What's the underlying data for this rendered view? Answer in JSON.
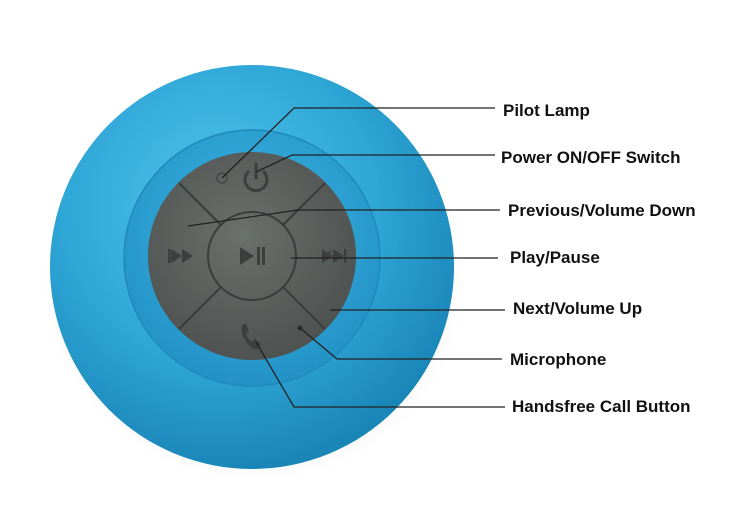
{
  "labels": {
    "pilot_lamp": "Pilot Lamp",
    "power_switch": "Power ON/OFF Switch",
    "previous_volume_down": "Previous/Volume Down",
    "play_pause": "Play/Pause",
    "next_volume_up": "Next/Volume Up",
    "microphone": "Microphone",
    "handsfree_call": "Handsfree Call Button"
  },
  "colors": {
    "speaker_body": "#2ea6d6",
    "button_pad": "#5a5e5c",
    "leader_line": "#222222",
    "label_text": "#111111"
  },
  "icons": {
    "power": "power-icon",
    "previous": "previous-track-icon",
    "play_pause": "play-pause-icon",
    "next": "next-track-icon",
    "call": "phone-icon",
    "microphone": "microphone-hole-icon"
  }
}
